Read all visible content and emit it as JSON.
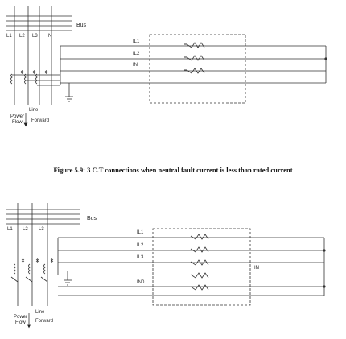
{
  "figure_top": {
    "bus_label": "Bus",
    "phase_labels": [
      "L1",
      "L2",
      "L3",
      "N"
    ],
    "current_labels": [
      "IL1",
      "IL2",
      "IN"
    ],
    "line_label": "Line",
    "power_flow_label": "Power\nFlow",
    "forward_label": "Forward"
  },
  "caption": "Figure 5.9: 3 C.T connections when neutral fault current is less than rated current",
  "figure_bottom": {
    "bus_label": "Bus",
    "phase_labels": [
      "L1",
      "L2",
      "L3"
    ],
    "current_labels": [
      "IL1",
      "IL2",
      "IL3",
      "IN0"
    ],
    "right_current_label": "IN",
    "line_label": "Line",
    "power_flow_label": "Power\nFlow",
    "forward_label": "Forward"
  }
}
